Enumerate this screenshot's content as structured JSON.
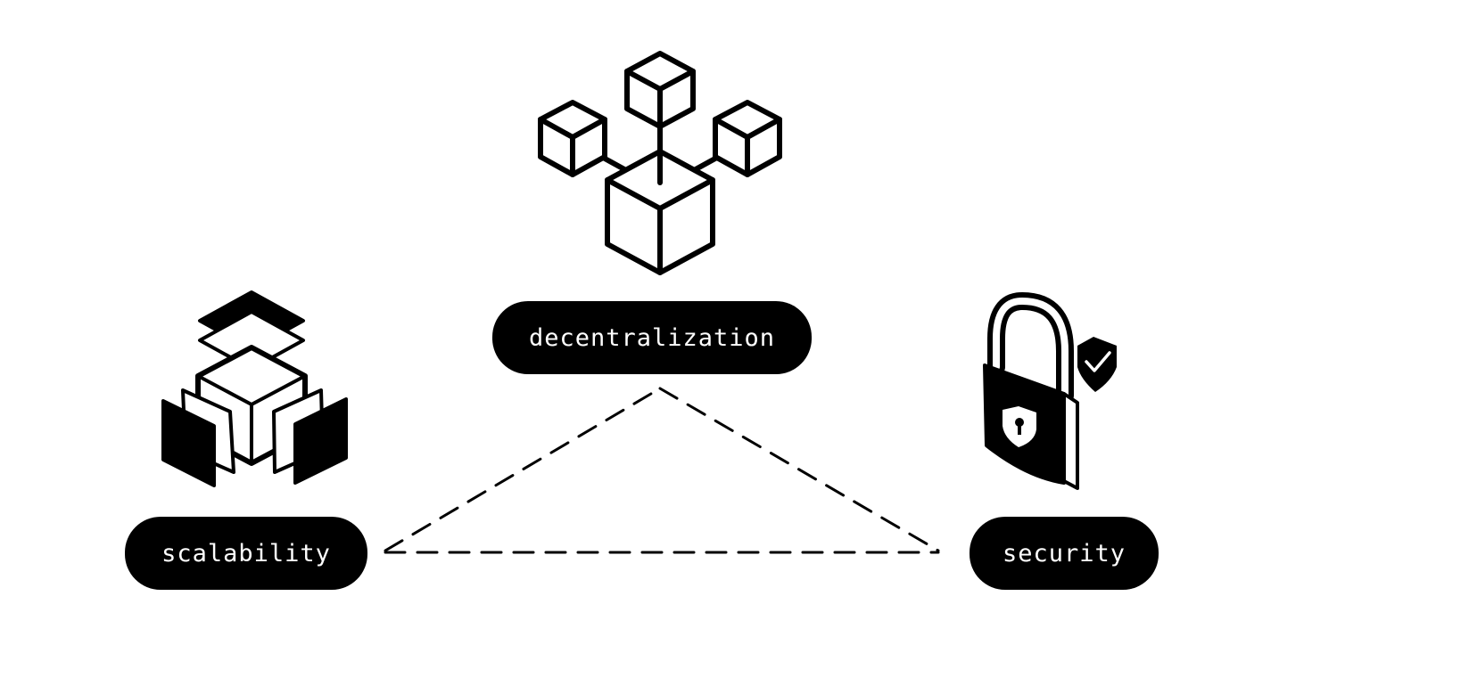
{
  "diagram": {
    "nodes": {
      "decentralization": {
        "label": "decentralization",
        "icon": "network-cubes-icon"
      },
      "scalability": {
        "label": "scalability",
        "icon": "stacked-layers-cube-icon"
      },
      "security": {
        "label": "security",
        "icon": "padlock-shield-icon"
      }
    },
    "colors": {
      "foreground": "#000000",
      "background": "#ffffff",
      "label_text": "#ffffff"
    }
  }
}
